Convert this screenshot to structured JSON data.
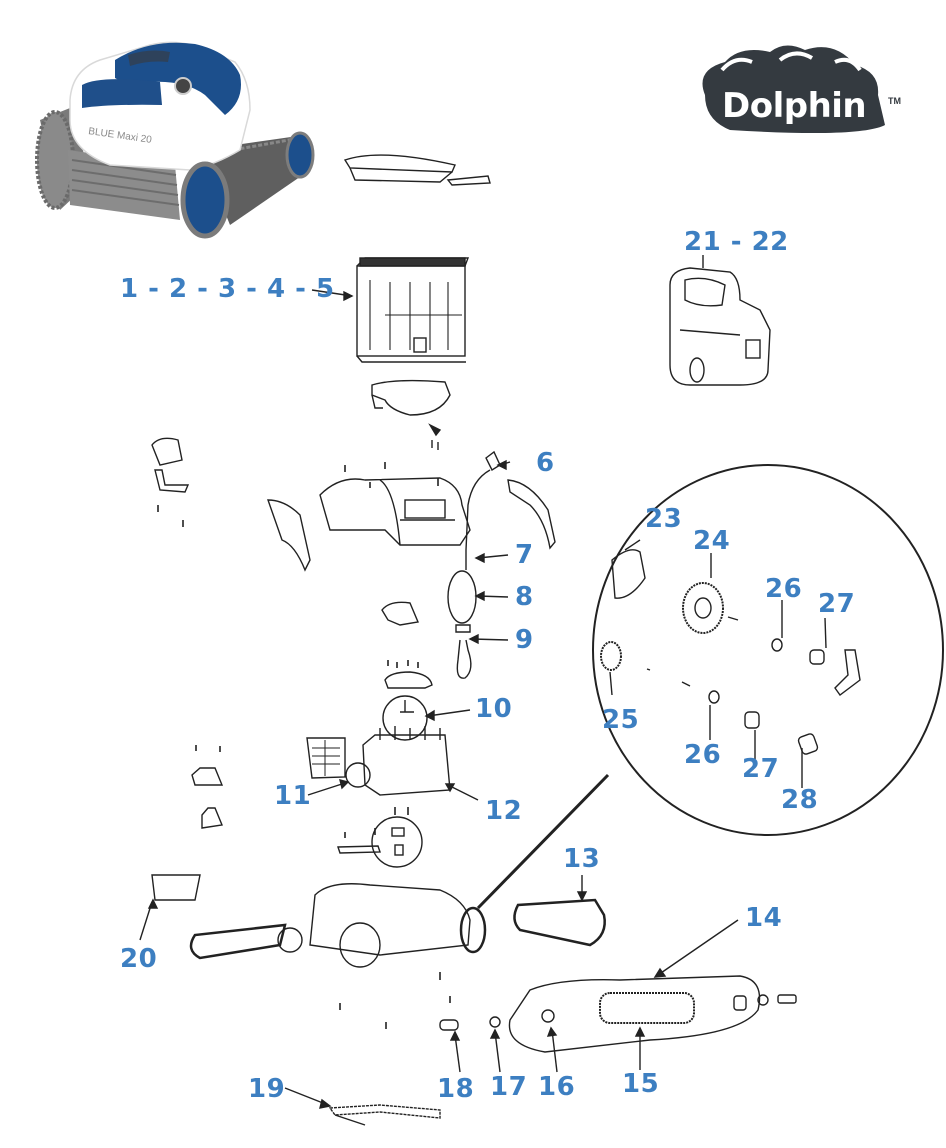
{
  "brand": {
    "name": "Dolphin",
    "trademark": "TM",
    "color": "#343a40"
  },
  "product": {
    "model_text": "BLUE Maxi 20",
    "primary_color": "#1c4f8c",
    "track_color": "#6e6e6e"
  },
  "label_color": "#3d7fc1",
  "callouts": [
    {
      "id": "c1-5",
      "text": "1 - 2 - 3 - 4 - 5",
      "part": "filter-basket"
    },
    {
      "id": "c6",
      "text": "6",
      "part": "cable-swivel-connector"
    },
    {
      "id": "c7",
      "text": "7",
      "part": "cable"
    },
    {
      "id": "c8",
      "text": "8",
      "part": "cable-float"
    },
    {
      "id": "c9",
      "text": "9",
      "part": "cable-clip"
    },
    {
      "id": "c10",
      "text": "10",
      "part": "impeller"
    },
    {
      "id": "c11",
      "text": "11",
      "part": "drive-motor-gear"
    },
    {
      "id": "c12",
      "text": "12",
      "part": "motor-unit"
    },
    {
      "id": "c13",
      "text": "13",
      "part": "track"
    },
    {
      "id": "c14",
      "text": "14",
      "part": "brush-assembly"
    },
    {
      "id": "c15",
      "text": "15",
      "part": "brush"
    },
    {
      "id": "c16",
      "text": "16",
      "part": "brush-bushing"
    },
    {
      "id": "c17",
      "text": "17",
      "part": "nut"
    },
    {
      "id": "c18",
      "text": "18",
      "part": "axle-bushing"
    },
    {
      "id": "c19",
      "text": "19",
      "part": "bottom-flap"
    },
    {
      "id": "c20",
      "text": "20",
      "part": "front-intake-cover"
    },
    {
      "id": "c21-22",
      "text": "21 - 22",
      "part": "power-supply"
    },
    {
      "id": "c23",
      "text": "23",
      "part": "wheel-cap"
    },
    {
      "id": "c24",
      "text": "24",
      "part": "drive-wheel"
    },
    {
      "id": "c25",
      "text": "25",
      "part": "pinion-gear"
    },
    {
      "id": "c26a",
      "text": "26",
      "part": "washer"
    },
    {
      "id": "c26b",
      "text": "26",
      "part": "washer"
    },
    {
      "id": "c27a",
      "text": "27",
      "part": "bushing"
    },
    {
      "id": "c27b",
      "text": "27",
      "part": "bushing"
    },
    {
      "id": "c28",
      "text": "28",
      "part": "sleeve"
    }
  ]
}
